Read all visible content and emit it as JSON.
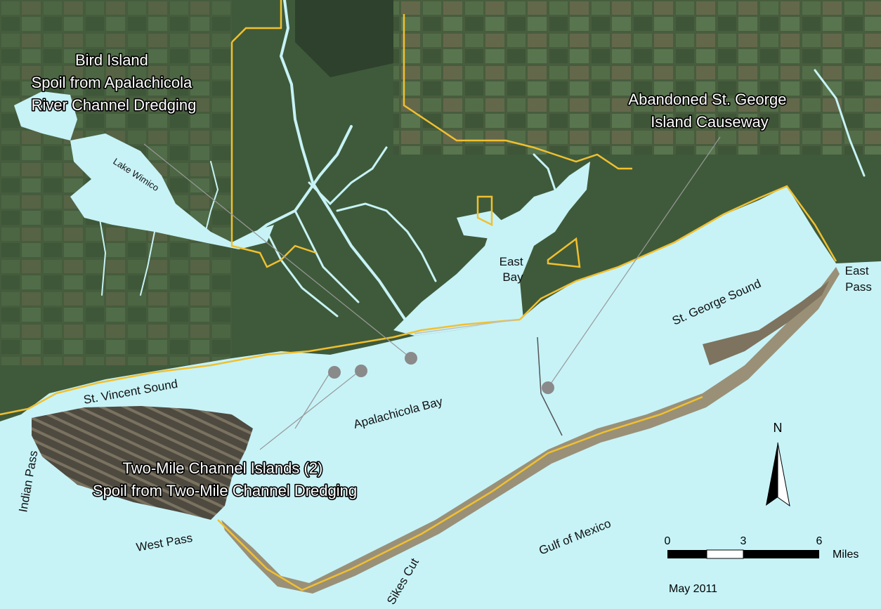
{
  "map": {
    "callouts": {
      "bird_island": {
        "line1": "Bird Island",
        "line2": "Spoil from Apalachicola",
        "line3": "River Channel Dredging"
      },
      "causeway": {
        "line1": "Abandoned St. George",
        "line2": "Island Causeway"
      },
      "two_mile": {
        "line1": "Two-Mile Channel Islands (2)",
        "line2": "Spoil from Two-Mile Channel Dredging"
      }
    },
    "places": {
      "lake_wimico": "Lake Wimico",
      "east_bay_line1": "East",
      "east_bay_line2": "Bay",
      "st_george_sound": "St. George Sound",
      "east_pass_line1": "East",
      "east_pass_line2": "Pass",
      "st_vincent_sound": "St. Vincent Sound",
      "apalachicola_bay": "Apalachicola Bay",
      "indian_pass": "Indian Pass",
      "west_pass": "West Pass",
      "sikes_cut": "Sikes Cut",
      "gulf_of_mexico": "Gulf of Mexico"
    },
    "north_arrow": {
      "label": "N"
    },
    "scale_bar": {
      "ticks": [
        "0",
        "3",
        "6"
      ],
      "unit": "Miles"
    },
    "date": "May 2011",
    "colors": {
      "water": "#c7f3f7",
      "land": "#3f5a3a",
      "boundary": "#f0c030",
      "marker": "#8a8a8a"
    }
  }
}
